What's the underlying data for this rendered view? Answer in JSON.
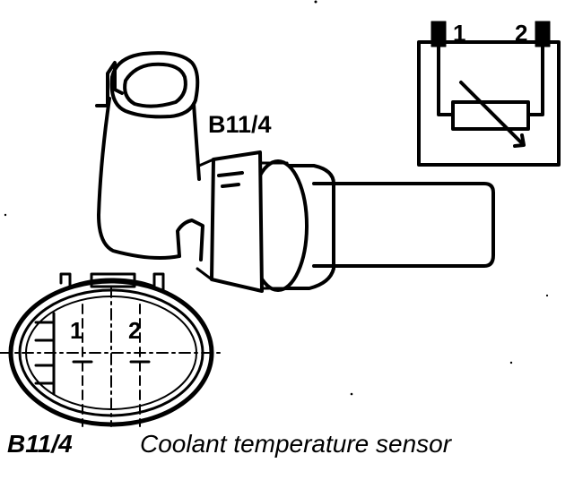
{
  "figure": {
    "part_label": "B11/4",
    "caption_code": "B11/4",
    "caption_text": "Coolant temperature sensor",
    "schematic": {
      "pin_1": "1",
      "pin_2": "2"
    },
    "connector": {
      "pin_1": "1",
      "pin_2": "2"
    }
  },
  "colors": {
    "ink": "#000000",
    "paper": "#ffffff"
  },
  "icons": [
    "thermistor-symbol",
    "sensor-body",
    "connector-plug",
    "connector-face"
  ]
}
